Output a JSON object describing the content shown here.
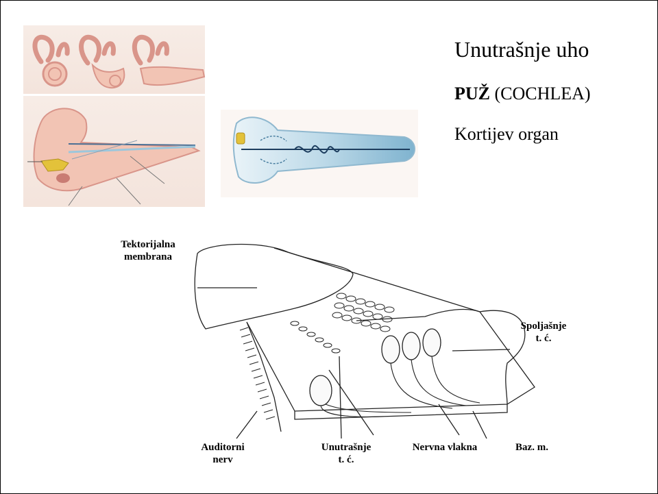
{
  "slide": {
    "title": "Unutrašnje uho",
    "subtitle_bold": "PUŽ",
    "subtitle_rest": " (COCHLEA)",
    "organ": "Kortijev organ"
  },
  "diagram_labels": {
    "tectorial_line1": "Tektorijalna",
    "tectorial_line2": "membrana",
    "outer_line1": "Spoljašnje",
    "outer_line2": "t. ć.",
    "auditory_line1": "Auditorni",
    "auditory_line2": "nerv",
    "inner_line1": "Unutrašnje",
    "inner_line2": "t. ć.",
    "nerve_fibers": "Nervna vlakna",
    "basilar": "Baz. m."
  },
  "colors": {
    "ear_skin": "#f2c4b4",
    "ear_shadow": "#d9958a",
    "stapes": "#e3c23a",
    "cochlea_blue": "#9cc7dc",
    "line_dark": "#1d3d5e"
  }
}
